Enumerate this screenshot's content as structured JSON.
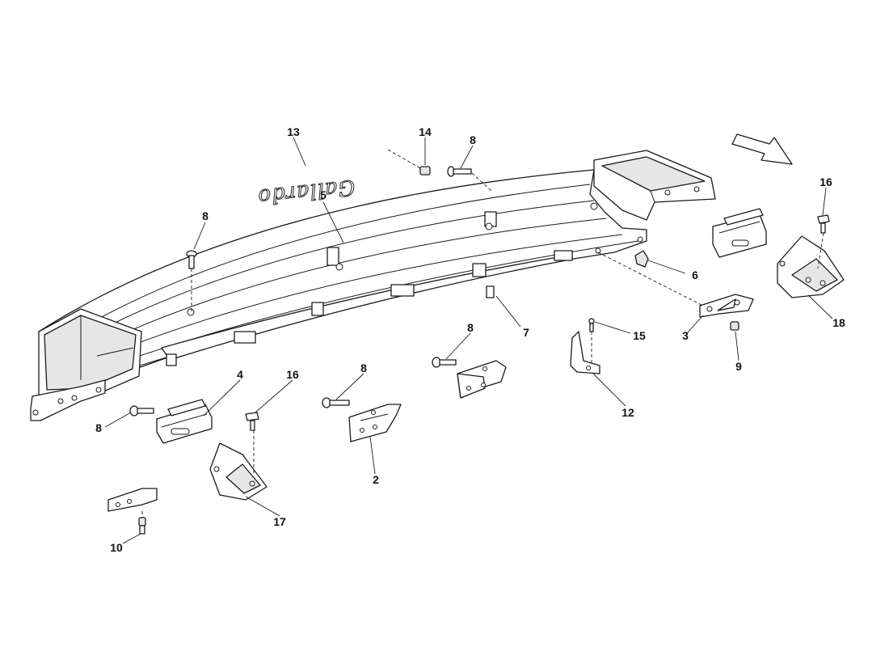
{
  "diagram": {
    "emblem_text": "Gallardo",
    "callouts": [
      {
        "id": "c13",
        "label": "13"
      },
      {
        "id": "c14",
        "label": "14"
      },
      {
        "id": "c8a",
        "label": "8"
      },
      {
        "id": "c5",
        "label": "5"
      },
      {
        "id": "c8b",
        "label": "8"
      },
      {
        "id": "c16a",
        "label": "16"
      },
      {
        "id": "c6",
        "label": "6"
      },
      {
        "id": "c18",
        "label": "18"
      },
      {
        "id": "c7",
        "label": "7"
      },
      {
        "id": "c3",
        "label": "3"
      },
      {
        "id": "c15",
        "label": "15"
      },
      {
        "id": "c9",
        "label": "9"
      },
      {
        "id": "c8c",
        "label": "8"
      },
      {
        "id": "c12",
        "label": "12"
      },
      {
        "id": "c4",
        "label": "4"
      },
      {
        "id": "c16b",
        "label": "16"
      },
      {
        "id": "c8d",
        "label": "8"
      },
      {
        "id": "c8e",
        "label": "8"
      },
      {
        "id": "c2",
        "label": "2"
      },
      {
        "id": "c17",
        "label": "17"
      },
      {
        "id": "c10",
        "label": "10"
      }
    ]
  }
}
